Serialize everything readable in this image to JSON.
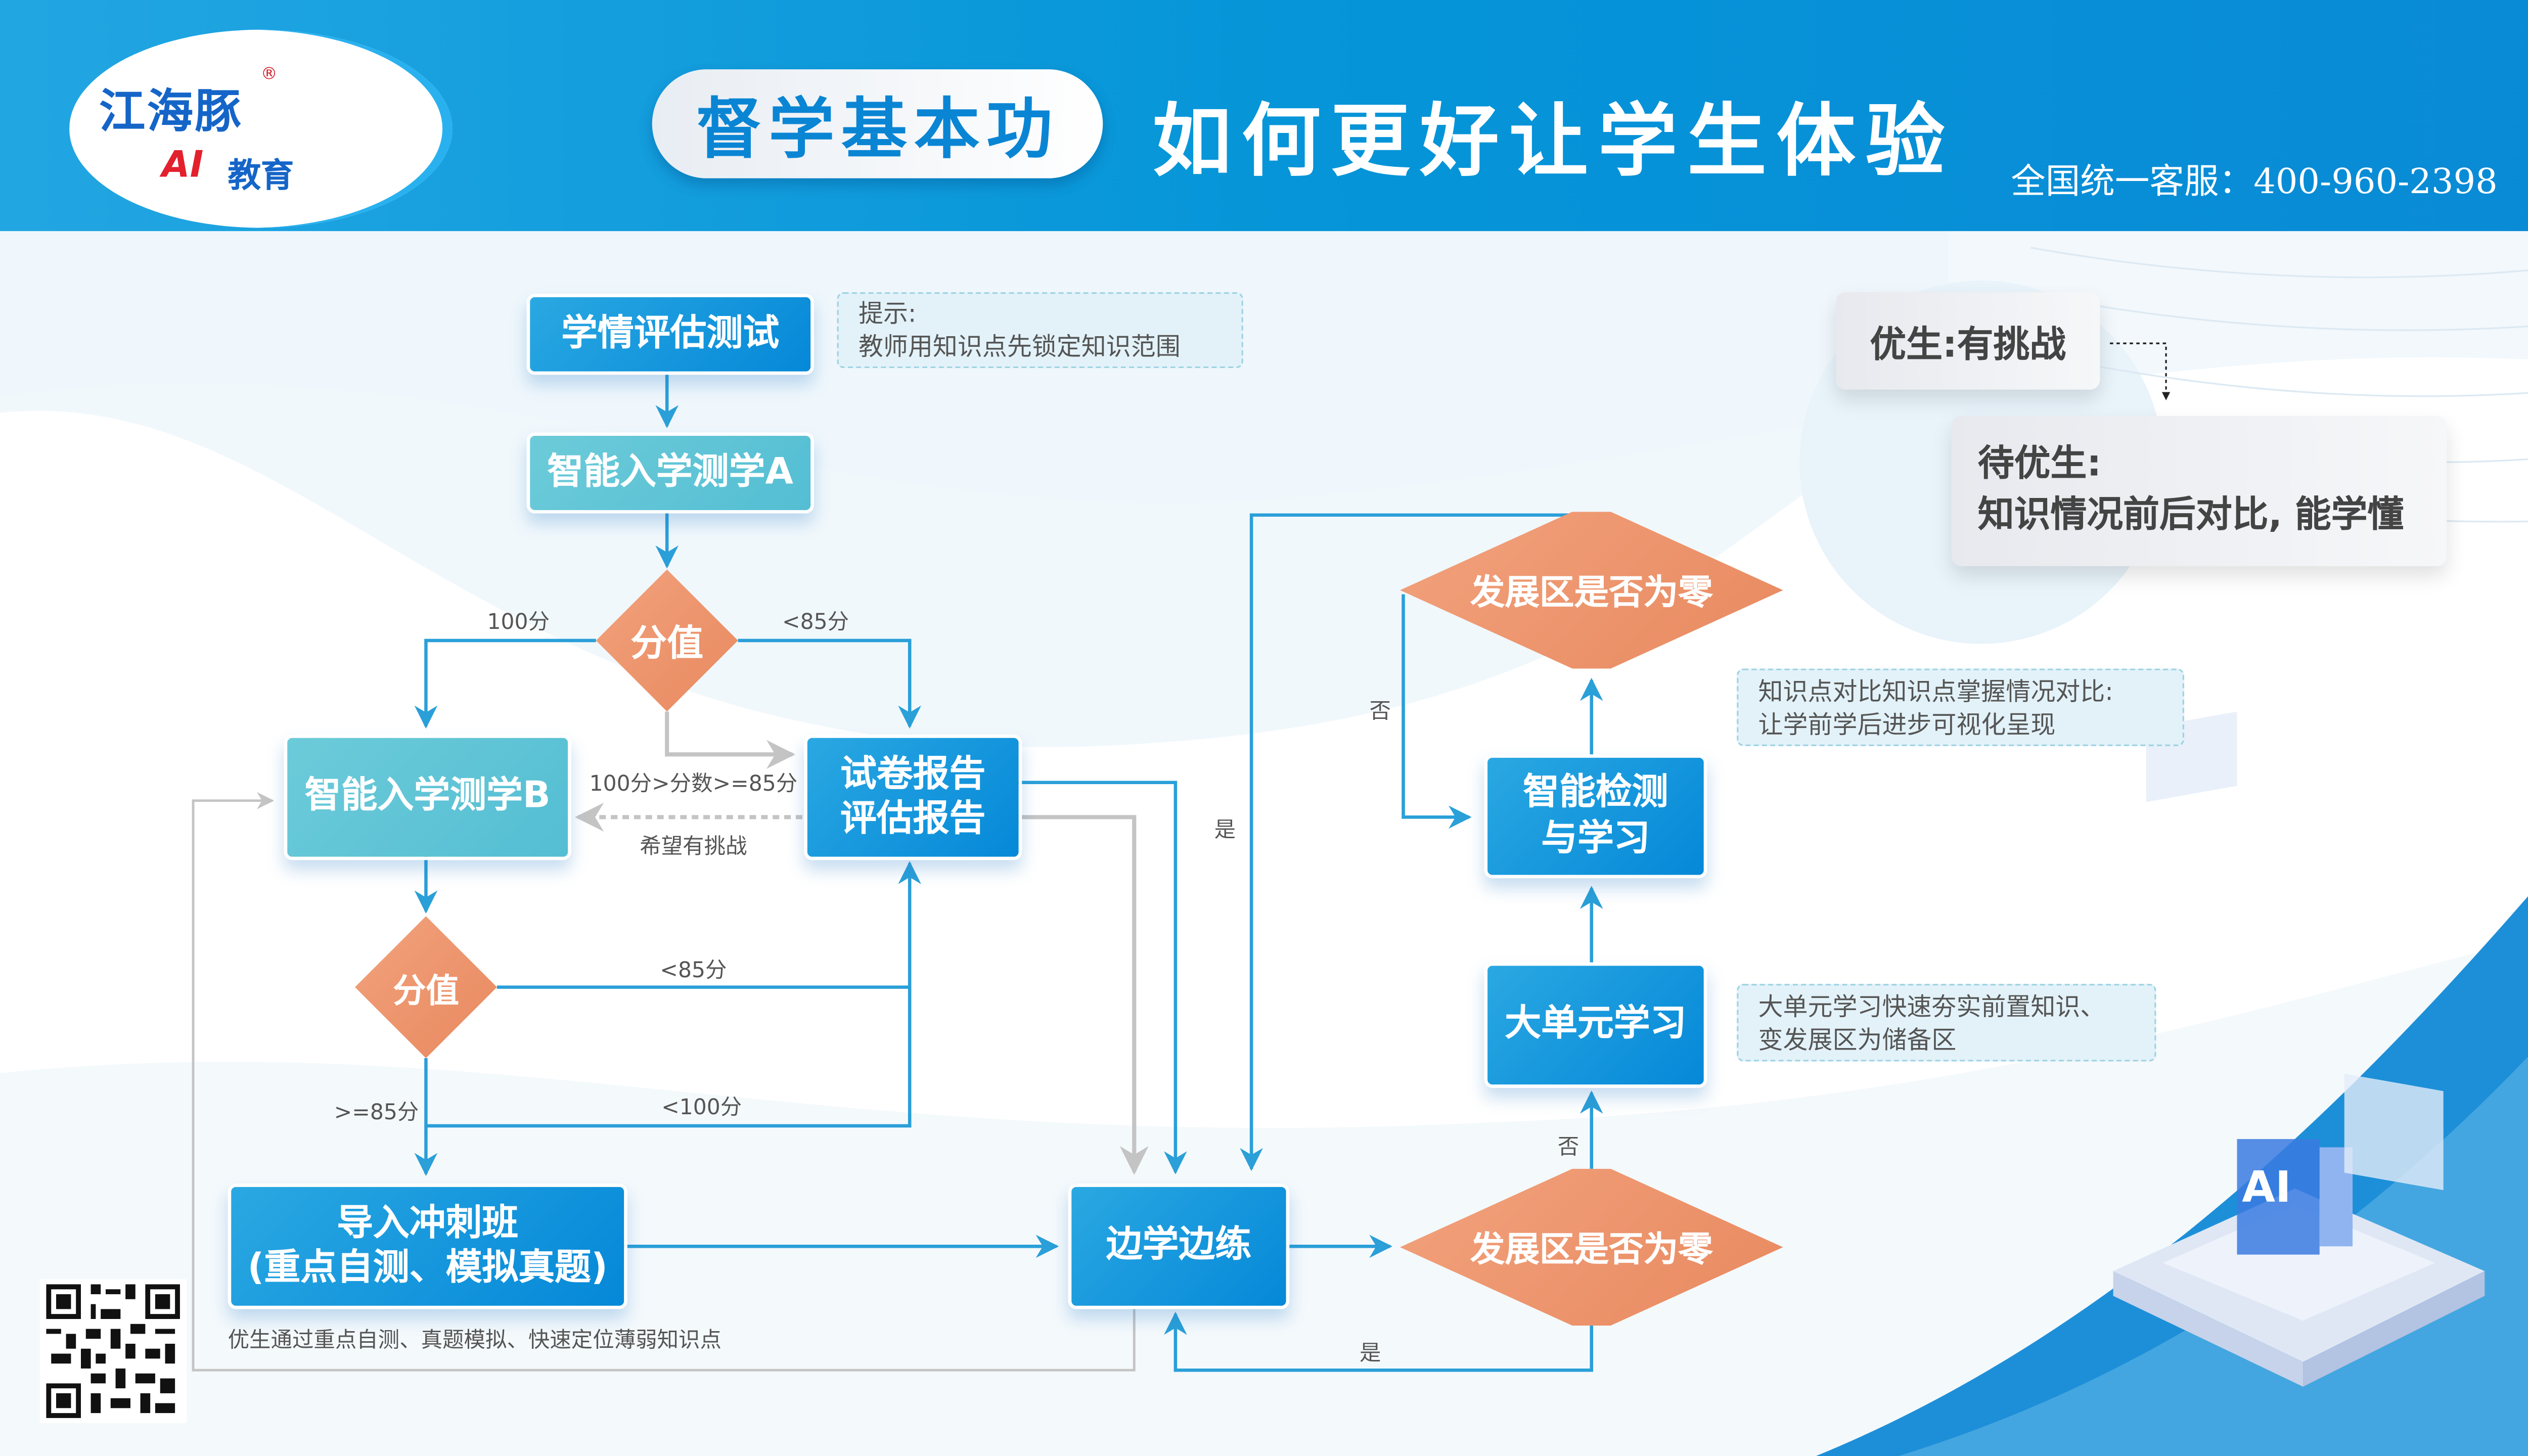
{
  "header": {
    "logo": {
      "brand": "江海豚",
      "registered": "®",
      "ai": "AI",
      "edu": "教育"
    },
    "pill_title": "督学基本功",
    "title": "如何更好让学生体验",
    "phone": "全国统一客服：400-960-2398"
  },
  "flow": {
    "assess_test": "学情评估测试",
    "hint_title": "提示:",
    "hint_text": "教师用知识点先锁定知识范围",
    "entry_a": "智能入学测学A",
    "score1": "分值",
    "lbl_100": "100分",
    "lbl_lt85_a": "<85分",
    "entry_b": "智能入学测学B",
    "report_1": "试卷报告",
    "report_2": "评估报告",
    "lbl_range": "100分>分数>=85分",
    "lbl_challenge": "希望有挑战",
    "score2": "分值",
    "lbl_lt85_b": "<85分",
    "lbl_ge85": ">=85分",
    "lbl_lt100": "<100分",
    "sprint_1": "导入冲刺班",
    "sprint_2": "(重点自测、模拟真题)",
    "sprint_note": "优生通过重点自测、真题模拟、快速定位薄弱知识点",
    "practice": "边学边练",
    "zone_top": "发展区是否为零",
    "zone_bottom": "发展区是否为零",
    "smart_1": "智能检测",
    "smart_2": "与学习",
    "unit": "大单元学习",
    "note_compare_1": "知识点对比知识点掌握情况对比:",
    "note_compare_2": "让学前学后进步可视化呈现",
    "note_unit_1": "大单元学习快速夯实前置知识、",
    "note_unit_2": "变发展区为储备区",
    "lbl_no_top": "否",
    "lbl_yes_mid": "是",
    "lbl_no_bottom": "否",
    "lbl_yes_bottom": "是"
  },
  "side": {
    "top_card": "优生:有挑战",
    "bottom_card_1": "待优生:",
    "bottom_card_2": "知识情况前后对比, 能学懂"
  },
  "illustration": {
    "ai": "AI"
  },
  "colors": {
    "blue": "#0a8ad6",
    "teal": "#5bc4d6",
    "orange": "#e98a60",
    "line": "#2a9fd8",
    "grey": "#c4c4c4"
  }
}
